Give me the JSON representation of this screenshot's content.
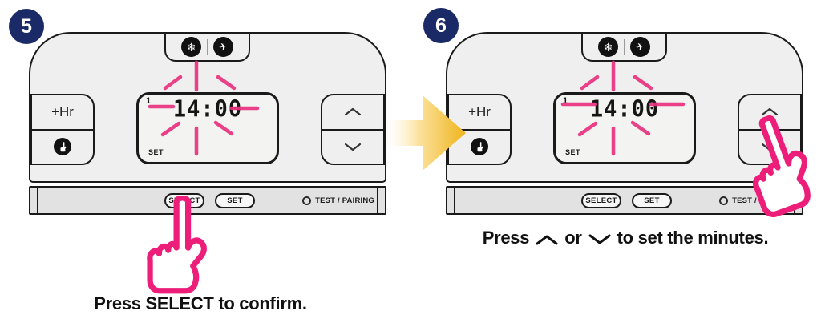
{
  "steps": [
    {
      "number": "5",
      "caption": "Press SELECT to confirm."
    },
    {
      "number": "6",
      "caption": {
        "prefix": "Press",
        "conjunction": "or",
        "suffix": "to set the minutes."
      }
    }
  ],
  "device": {
    "top_icons": {
      "snowflake": "❄",
      "airplane": "✈"
    },
    "display": {
      "day_marker": "1",
      "time": "14:00",
      "mode_label": "SET"
    },
    "buttons": {
      "plus_hour": "+Hr",
      "select": "SELECT",
      "set": "SET"
    },
    "status": {
      "test_pairing_label": "TEST / PAIRING"
    }
  },
  "icons": [
    "snowflake-icon",
    "airplane-icon",
    "hand-icon",
    "chevron-up-icon",
    "chevron-down-icon",
    "led-circle"
  ],
  "colors": {
    "badge_navy": "#1a2a66",
    "hand_pink": "#ec1e79",
    "flash_pink": "#e8317f",
    "arrow_yellow": "#f0b41c",
    "panel_fill": "#efefef",
    "bar_fill": "#e2e2e2"
  }
}
